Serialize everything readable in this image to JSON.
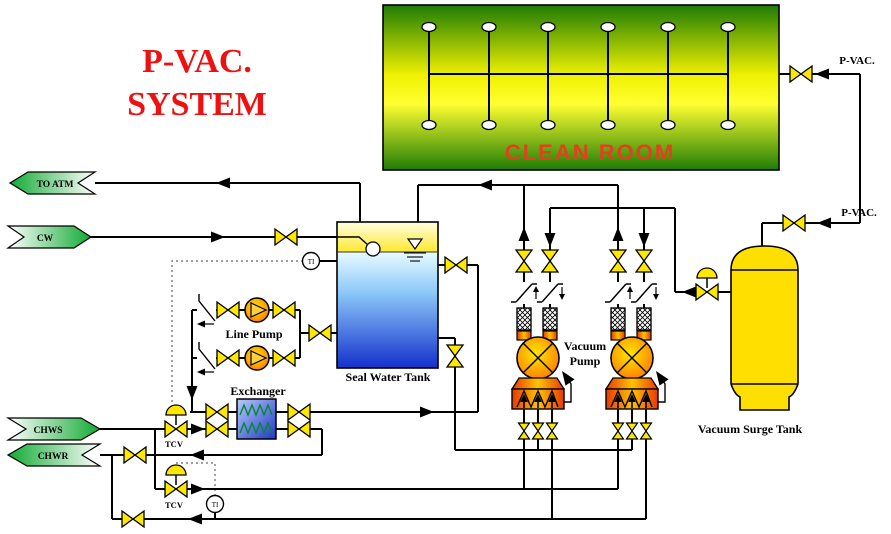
{
  "title": {
    "line1": "P-VAC.",
    "line2": "SYSTEM"
  },
  "clean_room": {
    "label": "CLEAN ROOM",
    "drop_count": "6"
  },
  "flow_tags": {
    "to_atm": "TO ATM",
    "cw": "CW",
    "chws": "CHWS",
    "chwr": "CHWR"
  },
  "pvac_line": {
    "top_label": "P-VAC.",
    "bottom_label": "P-VAC."
  },
  "equipment": {
    "seal_water_tank": "Seal Water Tank",
    "line_pump": "Line Pump",
    "exchanger": "Exchanger",
    "vacuum_pump_line1": "Vacuum",
    "vacuum_pump_line2": "Pump",
    "vacuum_surge_tank": "Vacuum Surge Tank"
  },
  "instruments": {
    "tcv": "TCV",
    "ti": "TI"
  },
  "colors": {
    "title_red": "#ee1111",
    "clean_room_label": "#e3401f",
    "clean_room_green": "#1e7c04",
    "clean_room_yellow": "#ffff30",
    "valve_yellow": "#ffe800",
    "pipe_black": "#000000",
    "tag_green": "#11aa33",
    "tank_water_blue": "#1440e0",
    "tank_top_yellow": "#ffe830",
    "surge_tank_yellow": "#ffdf00",
    "pump_orange": "#ff6a00",
    "pump_box_red": "#e83800",
    "exchanger_blue": "#2038c0",
    "exchanger_coil_green": "#008833"
  }
}
